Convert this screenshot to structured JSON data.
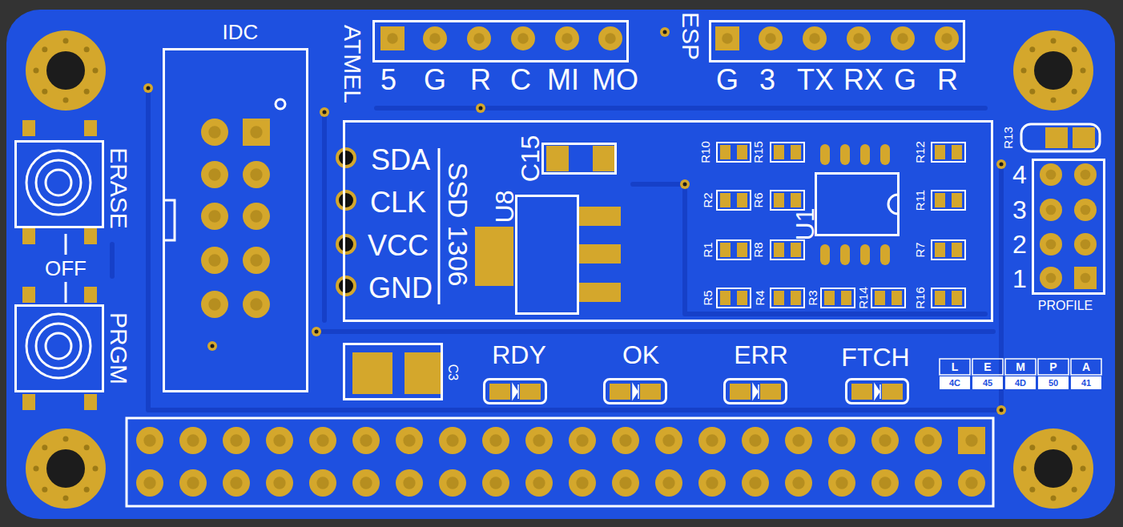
{
  "diagram": {
    "nodes": [
      {
        "text": [
          "ATMEL"
        ]
      },
      {
        "text": [
          "ESP"
        ]
      },
      {
        "text": [
          "ERASE"
        ]
      },
      {
        "text": [
          "IDC"
        ]
      },
      {
        "text": [
          "SDA",
          "CLK",
          "VCC",
          "GND",
          "SSD 1306"
        ]
      },
      {
        "text": [
          "C15"
        ],
        "in": 4
      },
      {
        "text": [
          "U8"
        ],
        "in": 4
      },
      {
        "text": [
          "U1"
        ],
        "in": 4
      },
      {
        "text": [
          "4",
          "3",
          "2",
          "1",
          "PROFILE"
        ]
      },
      {
        "text": [
          "PRGM"
        ]
      },
      {
        "text": [
          "C3"
        ]
      },
      {
        "text": [
          "RDY"
        ]
      },
      {
        "text": [
          "OK"
        ]
      },
      {
        "text": [
          "ERR"
        ]
      },
      {
        "text": [
          "FTCH"
        ]
      }
    ],
    "labels": [
      "5",
      "G",
      "R",
      "C",
      "MI",
      "MO",
      "G",
      "3",
      "TX",
      "RX",
      "G",
      "R",
      "OFF",
      "R10",
      "R15",
      "R12",
      "R13",
      "R2",
      "R6",
      "R11",
      "R1",
      "R8",
      "R7",
      "R5",
      "R4",
      "R3",
      "R14",
      "R16",
      "L",
      "E",
      "M",
      "P",
      "A",
      "4C",
      "45",
      "4D",
      "50",
      "41"
    ]
  }
}
